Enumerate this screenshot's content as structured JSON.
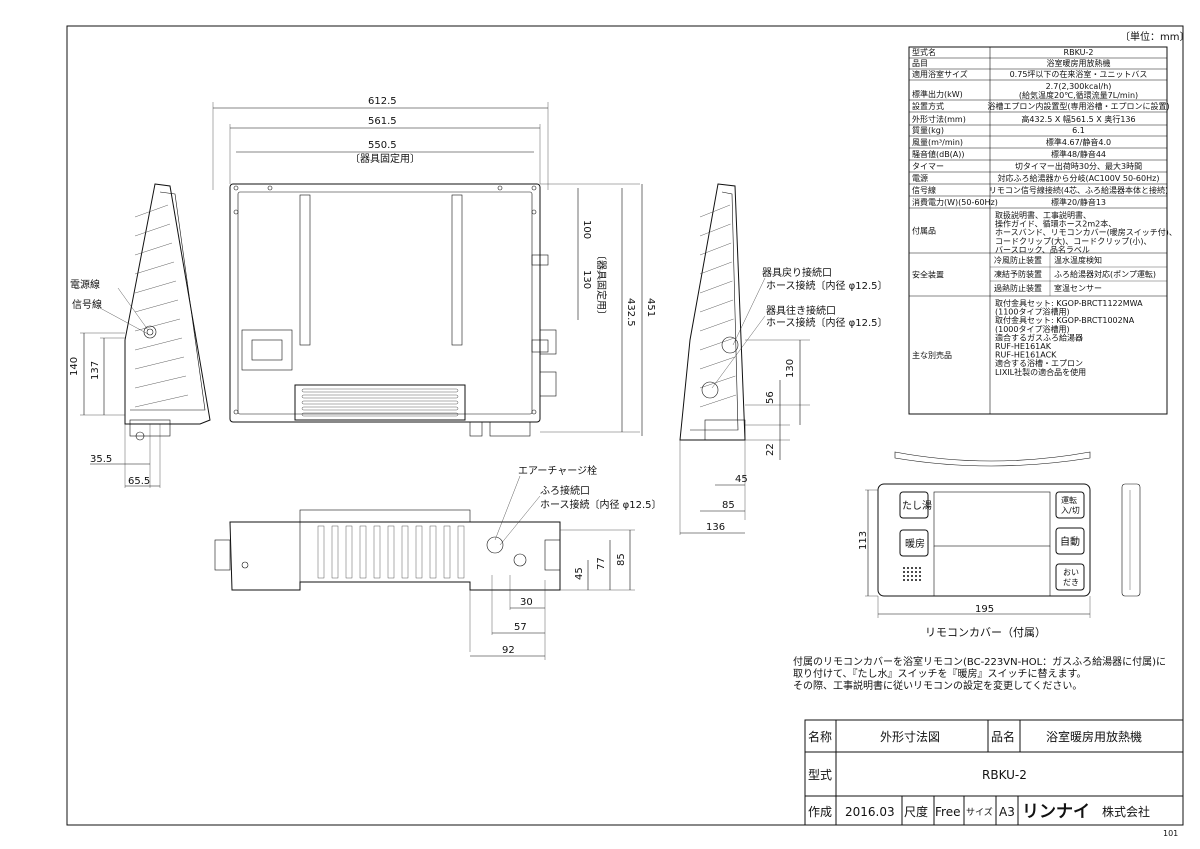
{
  "unit_note": "〔単位：mm〕",
  "spec_table": [
    [
      "型式名",
      "RBKU-2"
    ],
    [
      "品目",
      "浴室暖房用放熱機"
    ],
    [
      "適用浴室サイズ",
      "0.75坪以下の在来浴室・ユニットバス"
    ],
    [
      "標準出力(kW)",
      "2.7(2,300kcal/h)\n(給気温度20℃,循環流量7L/min)"
    ],
    [
      "設置方式",
      "浴槽エプロン内設置型(専用浴槽・エプロンに設置)"
    ],
    [
      "外形寸法(mm)",
      "高432.5 X 幅561.5 X 奥行136"
    ],
    [
      "質量(kg)",
      "6.1"
    ],
    [
      "風量(m³/min)",
      "標準4.67/静音4.0"
    ],
    [
      "騒音値(dB(A))",
      "標準48/静音44"
    ],
    [
      "タイマー",
      "切タイマー出荷時30分、最大3時間"
    ],
    [
      "電源",
      "対応ふろ給湯器から分岐(AC100V 50-60Hz)"
    ],
    [
      "信号線",
      "リモコン信号線接続(4芯、ふろ給湯器本体と接続)"
    ],
    [
      "消費電力(W)(50-60Hz)",
      "標準20/静音13"
    ],
    [
      "付属品",
      "取扱説明書、工事説明書、\n操作ガイド、循環ホース2m2本、\nホースバンド、リモコンカバー(暖房スイッチ付)、\nコードクリップ(大)、コードクリップ(小)、\nバースロック、品名ラベル"
    ],
    [
      "安全装置",
      "冷風防止装置 | 温水温度検知\n凍結予防装置 | ふろ給湯器対応(ポンプ運転)\n過熱防止装置 | 室温センサー"
    ],
    [
      "主な別売品",
      "取付金具セット: KGOP-BRCT1122MWA\n(1100タイプ浴槽用)\n\n取付金具セット: KGOP-BRCT1002NA\n(1000タイプ浴槽用)\n\n適合するガスふろ給湯器\nRUF-HE161AK\nRUF-HE161ACK\n\n適合する浴槽・エプロン\nLIXIL社製の適合品を使用"
    ]
  ],
  "dims": {
    "w612": "612.5",
    "w561": "561.5",
    "w550": "550.5",
    "fixed": "〔器具固定用〕",
    "d100": "100",
    "d130": "130",
    "fixed_v": "〔器具固定用〕",
    "h432": "432.5",
    "h451": "451",
    "h140": "140",
    "h137": "137",
    "d35": "35.5",
    "d65": "65.5",
    "r130": "130",
    "r56": "56",
    "r22": "22",
    "r45": "45",
    "r85": "85",
    "r136": "136",
    "b30": "30",
    "b57": "57",
    "b92": "92",
    "b45": "45",
    "b77": "77",
    "b85": "85",
    "rc113": "113",
    "rc195": "195"
  },
  "labels": {
    "power": "電源線",
    "signal": "信号線",
    "return1": "器具戻り接続口",
    "return2": "ホース接続〔内径 φ12.5〕",
    "supply1": "器具往き接続口",
    "supply2": "ホース接続〔内径 φ12.5〕",
    "air": "エアーチャージ栓",
    "bath1": "ふろ接続口",
    "bath2": "ホース接続〔内径 φ12.5〕"
  },
  "remote": {
    "btn_tashiyu": "たし湯",
    "btn_unten": "運転\n入/切",
    "btn_danbo": "暖房",
    "btn_jido": "自動",
    "btn_oidaki": "おい\nだき",
    "caption": "リモコンカバー（付属）"
  },
  "notes": [
    "付属のリモコンカバーを浴室リモコン(BC-223VN-HOL：ガスふろ給湯器に付属)に",
    "取り付けて、『たし水』スイッチを『暖房』スイッチに替えます。",
    "その際、工事説明書に従いリモコンの設定を変更してください。"
  ],
  "title_block": {
    "name_h": "名称",
    "name_v": "外形寸法図",
    "prod_h": "品名",
    "prod_v": "浴室暖房用放熱機",
    "model_h": "型式",
    "model_v": "RBKU-2",
    "made_h": "作成",
    "date": "2016.03",
    "scale_h": "尺度",
    "scale_v": "Free",
    "size_h": "サイズ",
    "size_v": "A3",
    "brand": "リンナイ",
    "company": "株式会社"
  },
  "sheet_no": "101"
}
